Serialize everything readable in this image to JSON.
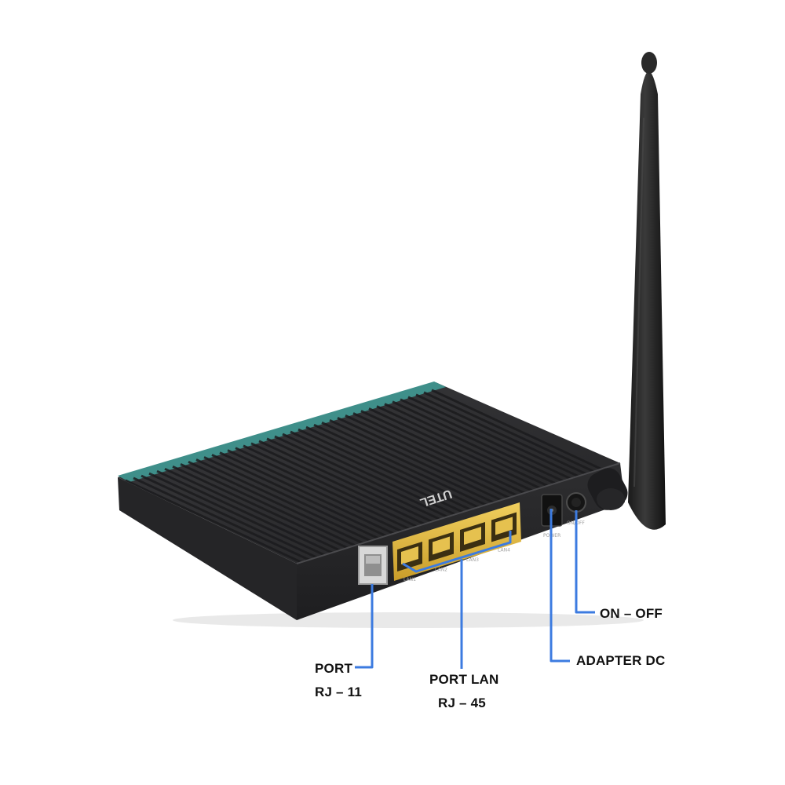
{
  "colors": {
    "background": "#ffffff",
    "router_body": "#2b2b2d",
    "router_top": "#323235",
    "accent_stripe": "#3f8f8a",
    "lan_ports": "#e8c04a",
    "leader_lines": "#3c7be0",
    "label_text": "#111111"
  },
  "device": {
    "brand_logo": "UTEL",
    "lan_port_labels": [
      "LAN1",
      "LAN2",
      "LAN3",
      "LAN4"
    ],
    "power_label": "POWER",
    "switch_label": "ON/OFF"
  },
  "callouts": {
    "port_rj11_line1": "PORT",
    "port_rj11_line2": "RJ – 11",
    "port_lan_line1": "PORT LAN",
    "port_lan_line2": "RJ – 45",
    "adapter_dc": "ADAPTER DC",
    "on_off": "ON – OFF"
  }
}
